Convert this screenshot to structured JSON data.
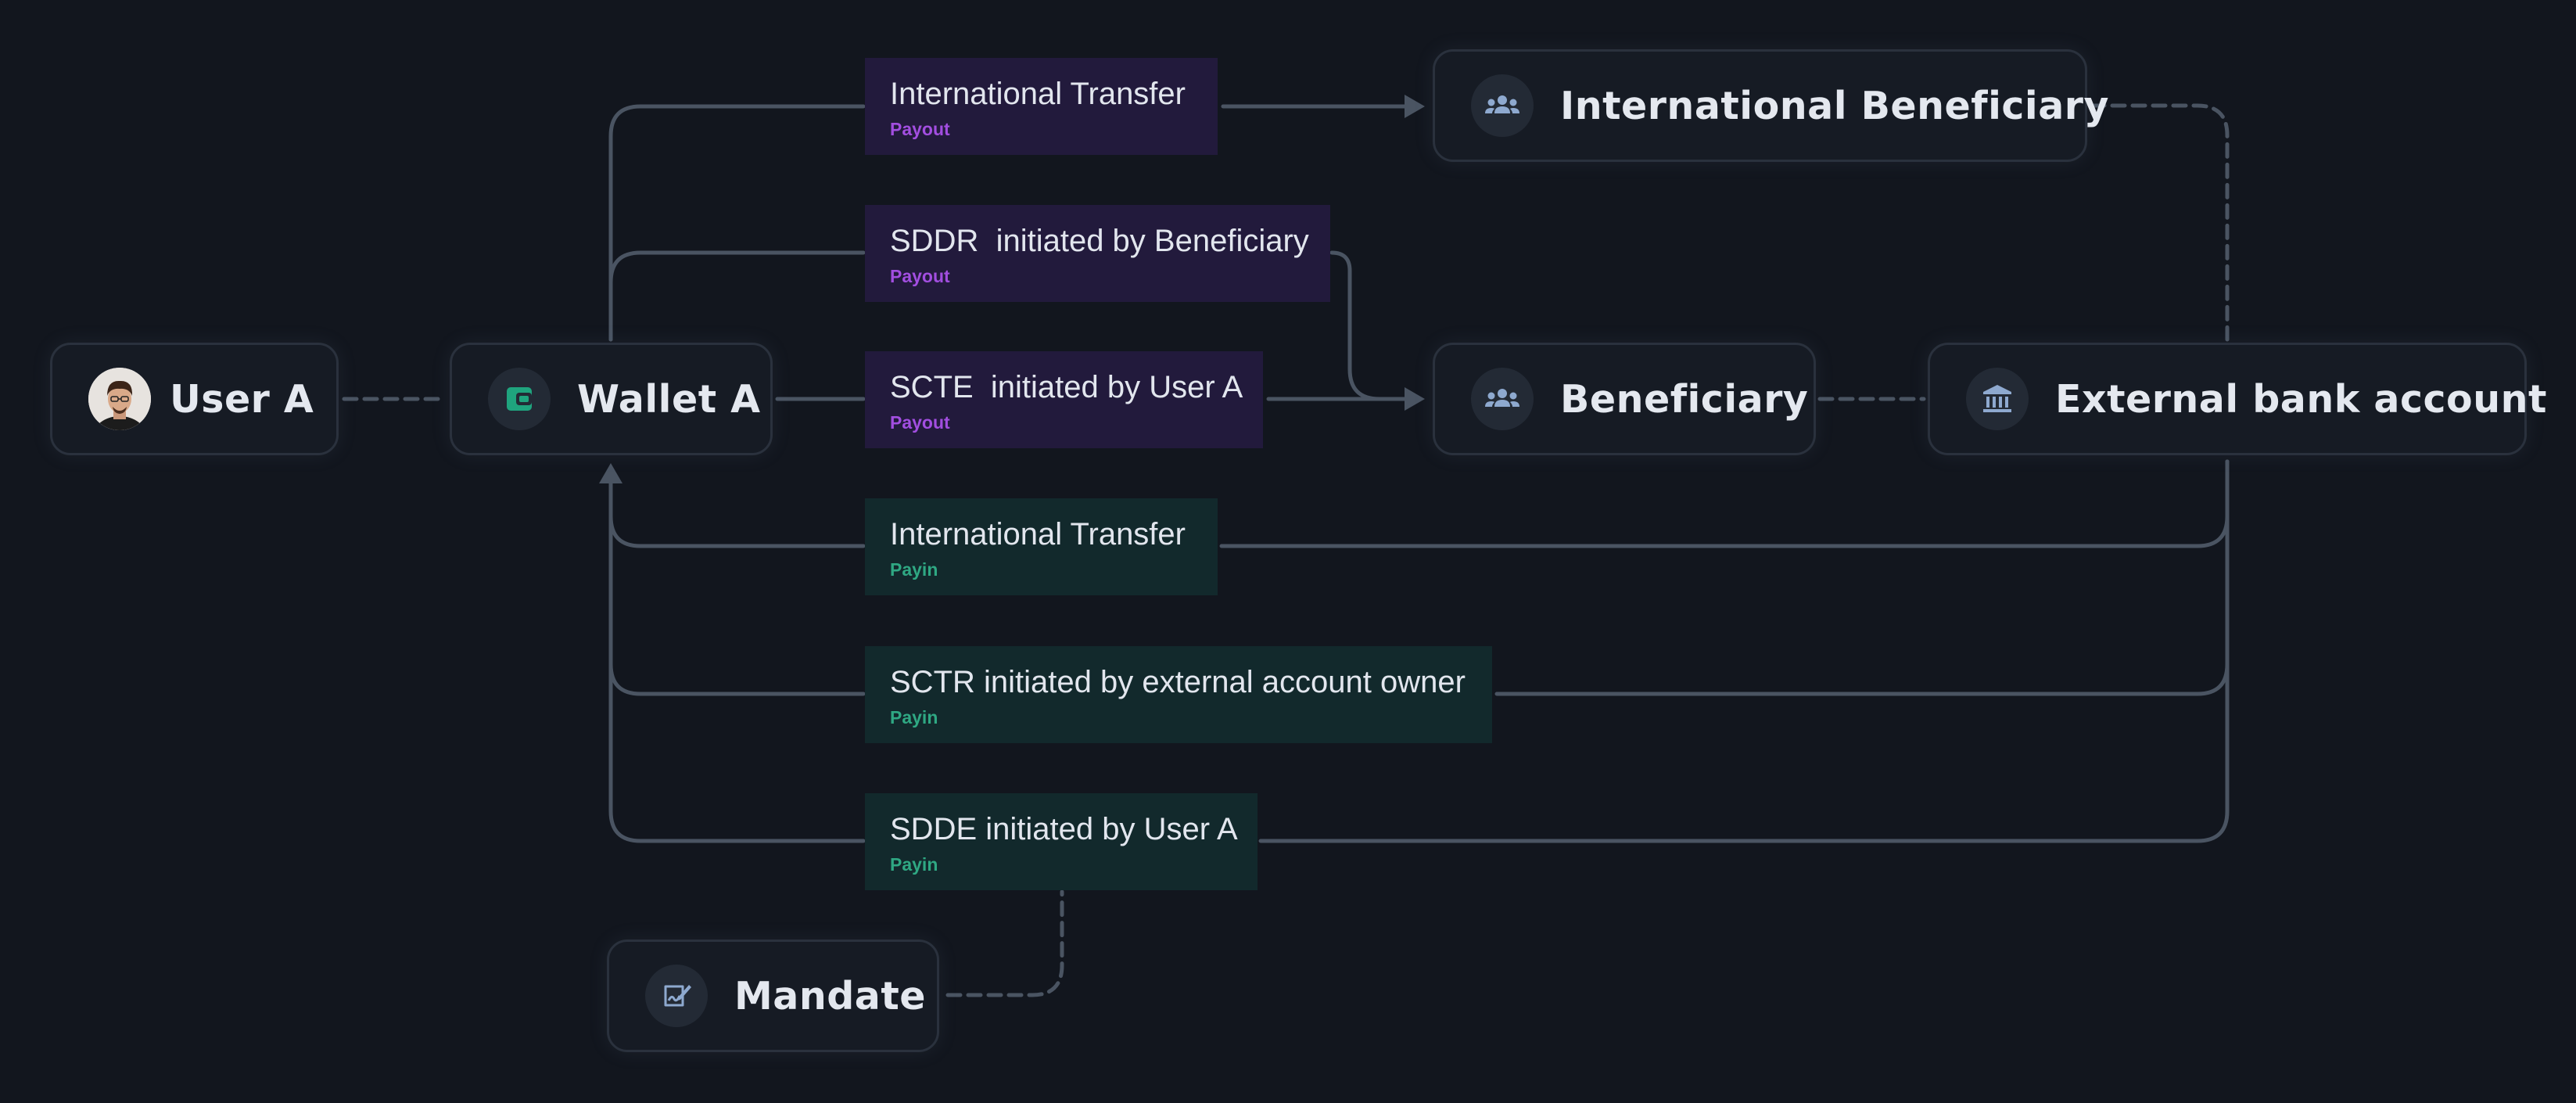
{
  "nodes": {
    "user_a": "User A",
    "wallet_a": "Wallet A",
    "international_beneficiary": "International Beneficiary",
    "beneficiary": "Beneficiary",
    "external_bank_account": "External bank account",
    "mandate": "Mandate"
  },
  "flows": [
    {
      "title": "International Transfer",
      "type": "Payout"
    },
    {
      "title": "SDDR  initiated by Beneficiary",
      "type": "Payout"
    },
    {
      "title": "SCTE  initiated by User A",
      "type": "Payout"
    },
    {
      "title": "International Transfer",
      "type": "Payin"
    },
    {
      "title": "SCTR initiated by external account owner",
      "type": "Payin"
    },
    {
      "title": "SDDE initiated by User A",
      "type": "Payin"
    }
  ],
  "icons": {
    "user_a": "user-avatar",
    "wallet_a": "wallet-icon",
    "international_beneficiary": "people-icon",
    "beneficiary": "people-icon",
    "external_bank_account": "bank-icon",
    "mandate": "signed-document-icon"
  },
  "colors": {
    "background": "#12161e",
    "payout_box": "#221a3c",
    "payout_text": "#a24ee0",
    "payin_box": "#12292c",
    "payin_text": "#2fa883",
    "connector": "#4a5462",
    "wallet_icon": "#1fa47e",
    "people_icon": "#8ea9cf"
  }
}
